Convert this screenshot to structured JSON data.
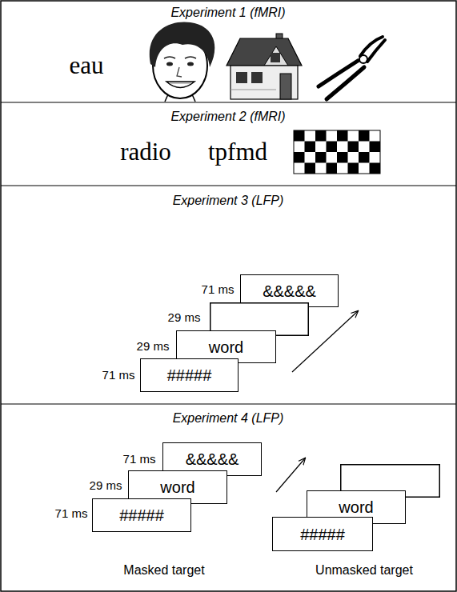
{
  "diagram": {
    "nodes": [
      {
        "text": [
          "&&&&&"
        ]
      },
      {
        "text": [
          "word"
        ]
      },
      {
        "text": [
          "#####"
        ]
      },
      {
        "text": [
          "&&&&&"
        ]
      },
      {
        "text": [
          "word"
        ]
      },
      {
        "text": [
          "#####"
        ]
      },
      {
        "text": [
          "word"
        ]
      },
      {
        "text": [
          "#####"
        ]
      }
    ],
    "labels": [
      "Experiment 1 (fMRI)",
      "eau",
      "Experiment 2 (fMRI)",
      "radio",
      "tpfmd",
      "Experiment 3 (LFP)",
      "71 ms",
      "29 ms",
      "29 ms",
      "71 ms",
      "Experiment 4 (LFP)",
      "71 ms",
      "29 ms",
      "71 ms",
      "Masked target",
      "Unmasked target"
    ]
  }
}
